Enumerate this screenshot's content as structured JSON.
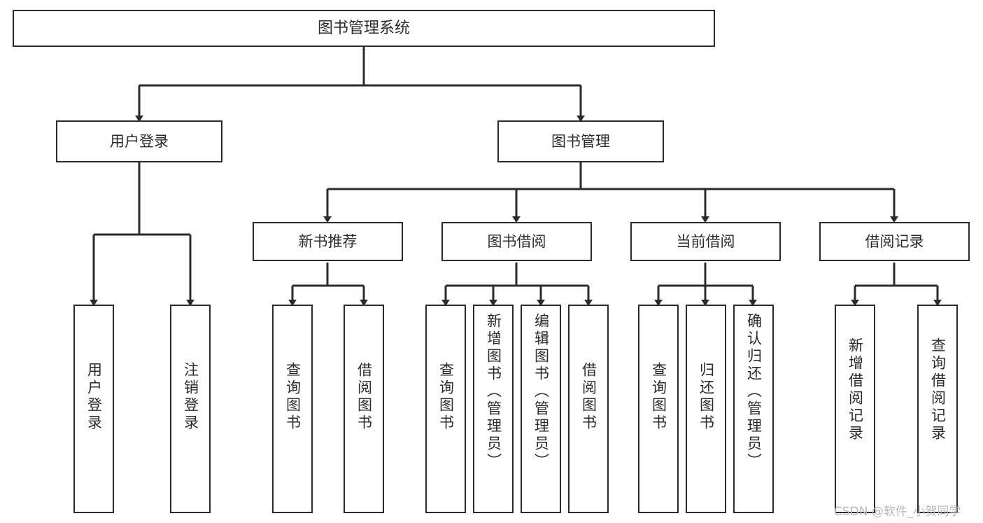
{
  "diagram": {
    "title": "图书管理系统",
    "type": "tree",
    "colors": {
      "stroke": "#2b2b2b",
      "fill": "#ffffff",
      "background": "#ffffff",
      "watermark": "#b9b9b9"
    },
    "root": {
      "label": "图书管理系统"
    },
    "level1": [
      {
        "label": "用户登录"
      },
      {
        "label": "图书管理"
      }
    ],
    "level2": [
      {
        "label": "新书推荐"
      },
      {
        "label": "图书借阅"
      },
      {
        "label": "当前借阅"
      },
      {
        "label": "借阅记录"
      }
    ],
    "leaves": {
      "user_login": [
        {
          "label": "用户登录"
        },
        {
          "label": "注销登录"
        }
      ],
      "new_book": [
        {
          "label": "查询图书"
        },
        {
          "label": "借阅图书"
        }
      ],
      "borrow_book": [
        {
          "label": "查询图书"
        },
        {
          "label": "新增图书（管理员）"
        },
        {
          "label": "编辑图书（管理员）"
        },
        {
          "label": "借阅图书"
        }
      ],
      "current_borrow": [
        {
          "label": "查询图书"
        },
        {
          "label": "归还图书"
        },
        {
          "label": "确认归还（管理员）"
        }
      ],
      "borrow_record": [
        {
          "label": "新增借阅记录"
        },
        {
          "label": "查询借阅记录"
        }
      ]
    }
  },
  "watermark": {
    "text": "CSDN @软件_小贺同学"
  }
}
